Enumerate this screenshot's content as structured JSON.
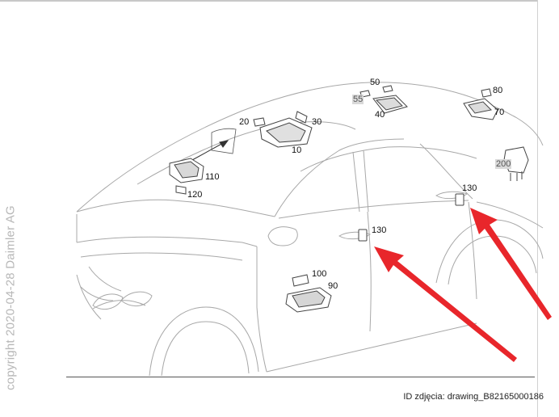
{
  "copyright": "copyright 2020-04-28 Daimler AG",
  "photo_id": "ID zdjęcia: drawing_B82165000186",
  "callouts": {
    "c50": "50",
    "c55": "55",
    "c40": "40",
    "c80": "80",
    "c70": "70",
    "c20": "20",
    "c30": "30",
    "c10": "10",
    "c110": "110",
    "c120": "120",
    "c200": "200",
    "c130_rear": "130",
    "c130_front": "130",
    "c100": "100",
    "c90": "90"
  },
  "colors": {
    "arrow": "#e8262b",
    "line": "#9a9a9a",
    "part": "#444444"
  }
}
